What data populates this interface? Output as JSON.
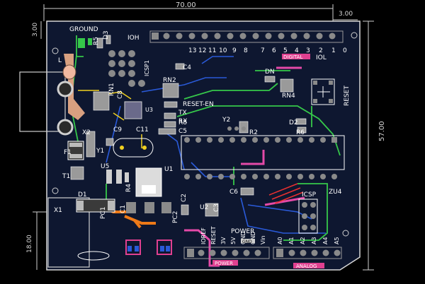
{
  "dimensions": {
    "width_top": "70.00",
    "height_right": "57.00",
    "height_left_small": "3.00",
    "top_right_small": "3.00",
    "bottom_left": "18.00"
  },
  "labels": {
    "ground": "GROUND",
    "ioh": "IOH",
    "digital": "DIGITAL",
    "iol": "IOL",
    "reset": "RESET",
    "reset_en": "RESET-EN",
    "power": "POWER",
    "power_footer": "POWER",
    "analog": "ANALOG",
    "icsp": "ICSP",
    "icsp2": "ICSP1",
    "gnd_small": "GND",
    "l": "L",
    "tx": "TX",
    "rx": "RX",
    "vin": "Vin"
  },
  "designators": {
    "d3": "D3",
    "r5": "R5",
    "rn1": "RN1",
    "rn2": "RN2",
    "rn4": "RN4",
    "dn": "DN",
    "c4": "C4",
    "c8": "C8",
    "c9": "C9",
    "c11": "C11",
    "r8": "R8",
    "c5": "C5",
    "y1": "Y1",
    "y2": "Y2",
    "r2": "R2",
    "d2": "D2",
    "r6": "R6",
    "x2": "X2",
    "f1": "F1",
    "t1": "T1",
    "u5": "U5",
    "u1": "U1",
    "d1": "D1",
    "x1": "X1",
    "c1": "C1",
    "c2": "C2",
    "c3": "C3",
    "u2": "U2",
    "pc1": "PC1",
    "pc2": "PC2",
    "c6": "C6",
    "zu4": "ZU4",
    "r4": "R4",
    "u3": "U3"
  },
  "top_header_pins": [
    "13",
    "12",
    "11",
    "10",
    "9",
    "8",
    "7",
    "6",
    "5",
    "4",
    "3",
    "2",
    "1",
    "0"
  ],
  "power_pins": [
    "IOREF",
    "RESET",
    "3V",
    "5V",
    "GND",
    "GND",
    "Vin"
  ],
  "analog_pins": [
    "A0",
    "A1",
    "A2",
    "A3",
    "A4",
    "A5"
  ],
  "colors": {
    "background": "#000000",
    "board_fill": "#0e1730",
    "outline": "#d8d8d8",
    "silk": "#ffffff",
    "trace_green": "#36c84a",
    "trace_magenta": "#e44aa8",
    "trace_blue": "#2a5ad8",
    "trace_orange": "#ee7a18",
    "trace_red": "#e83030",
    "trace_yellow": "#f0d020",
    "pad": "#8a8a8a",
    "label_magenta": "#e04090"
  }
}
